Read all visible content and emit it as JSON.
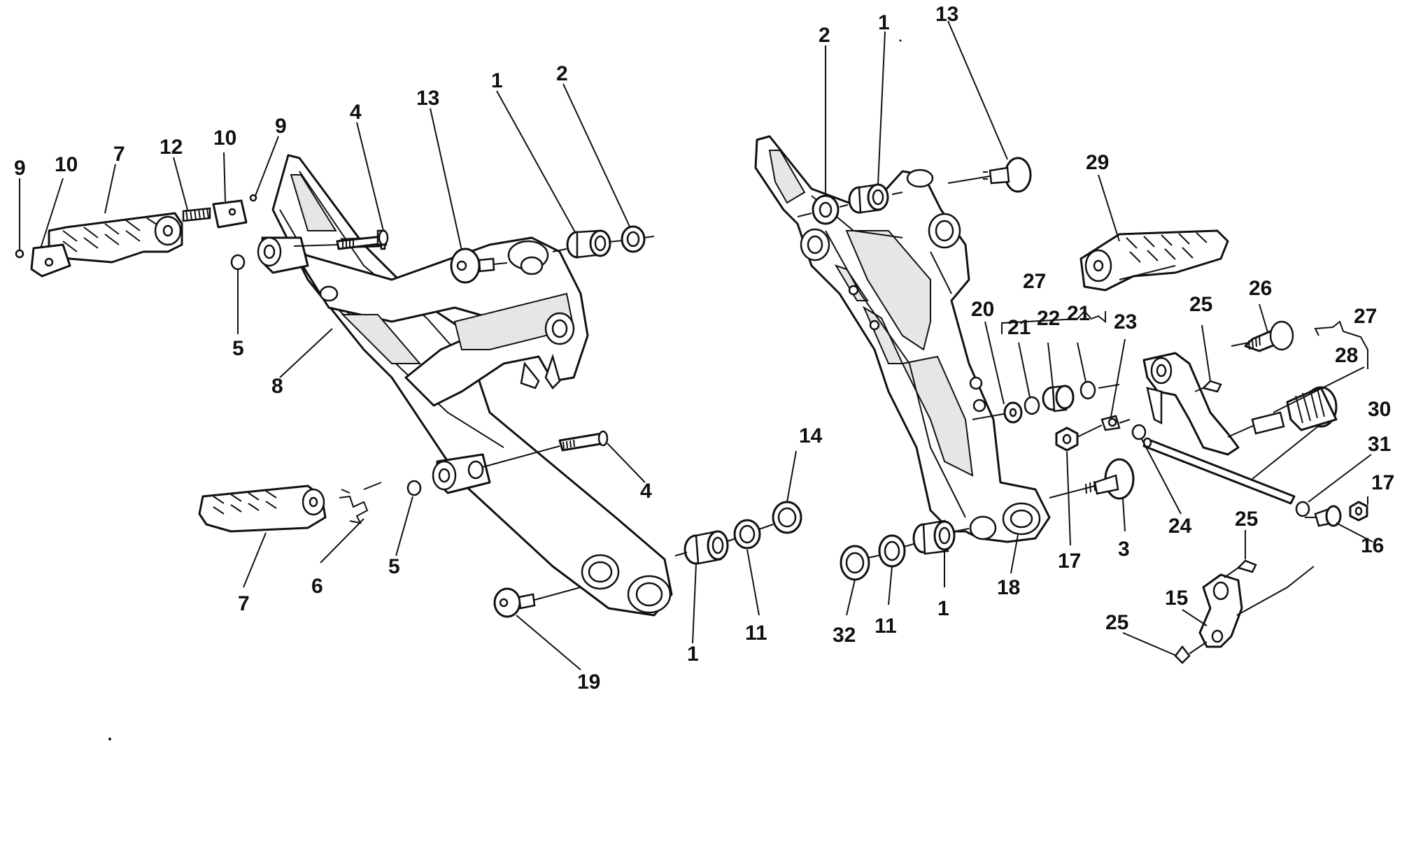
{
  "diagram": {
    "callouts_left": [
      {
        "id": "c-l-9a",
        "text": "9"
      },
      {
        "id": "c-l-10a",
        "text": "10"
      },
      {
        "id": "c-l-7a",
        "text": "7"
      },
      {
        "id": "c-l-12",
        "text": "12"
      },
      {
        "id": "c-l-10b",
        "text": "10"
      },
      {
        "id": "c-l-9b",
        "text": "9"
      },
      {
        "id": "c-l-4a",
        "text": "4"
      },
      {
        "id": "c-l-13",
        "text": "13"
      },
      {
        "id": "c-l-1a",
        "text": "1"
      },
      {
        "id": "c-l-2",
        "text": "2"
      },
      {
        "id": "c-l-5a",
        "text": "5"
      },
      {
        "id": "c-l-8",
        "text": "8"
      },
      {
        "id": "c-l-14",
        "text": "14"
      },
      {
        "id": "c-l-4b",
        "text": "4"
      },
      {
        "id": "c-l-5b",
        "text": "5"
      },
      {
        "id": "c-l-6",
        "text": "6"
      },
      {
        "id": "c-l-7b",
        "text": "7"
      },
      {
        "id": "c-l-1b",
        "text": "1"
      },
      {
        "id": "c-l-11",
        "text": "11"
      },
      {
        "id": "c-l-19",
        "text": "19"
      }
    ],
    "callouts_right": [
      {
        "id": "c-r-2",
        "text": "2"
      },
      {
        "id": "c-r-1a",
        "text": "1"
      },
      {
        "id": "c-r-13",
        "text": "13"
      },
      {
        "id": "c-r-29",
        "text": "29"
      },
      {
        "id": "c-r-27a",
        "text": "27"
      },
      {
        "id": "c-r-20",
        "text": "20"
      },
      {
        "id": "c-r-21a",
        "text": "21"
      },
      {
        "id": "c-r-22",
        "text": "22"
      },
      {
        "id": "c-r-21b",
        "text": "21"
      },
      {
        "id": "c-r-23",
        "text": "23"
      },
      {
        "id": "c-r-25a",
        "text": "25"
      },
      {
        "id": "c-r-26",
        "text": "26"
      },
      {
        "id": "c-r-27b",
        "text": "27"
      },
      {
        "id": "c-r-28",
        "text": "28"
      },
      {
        "id": "c-r-30",
        "text": "30"
      },
      {
        "id": "c-r-31",
        "text": "31"
      },
      {
        "id": "c-r-17a",
        "text": "17"
      },
      {
        "id": "c-r-16",
        "text": "16"
      },
      {
        "id": "c-r-24",
        "text": "24"
      },
      {
        "id": "c-r-17b",
        "text": "17"
      },
      {
        "id": "c-r-3",
        "text": "3"
      },
      {
        "id": "c-r-25b",
        "text": "25"
      },
      {
        "id": "c-r-15",
        "text": "15"
      },
      {
        "id": "c-r-25c",
        "text": "25"
      },
      {
        "id": "c-r-18",
        "text": "18"
      },
      {
        "id": "c-r-1b",
        "text": "1"
      },
      {
        "id": "c-r-11",
        "text": "11"
      },
      {
        "id": "c-r-32",
        "text": "32"
      }
    ]
  }
}
